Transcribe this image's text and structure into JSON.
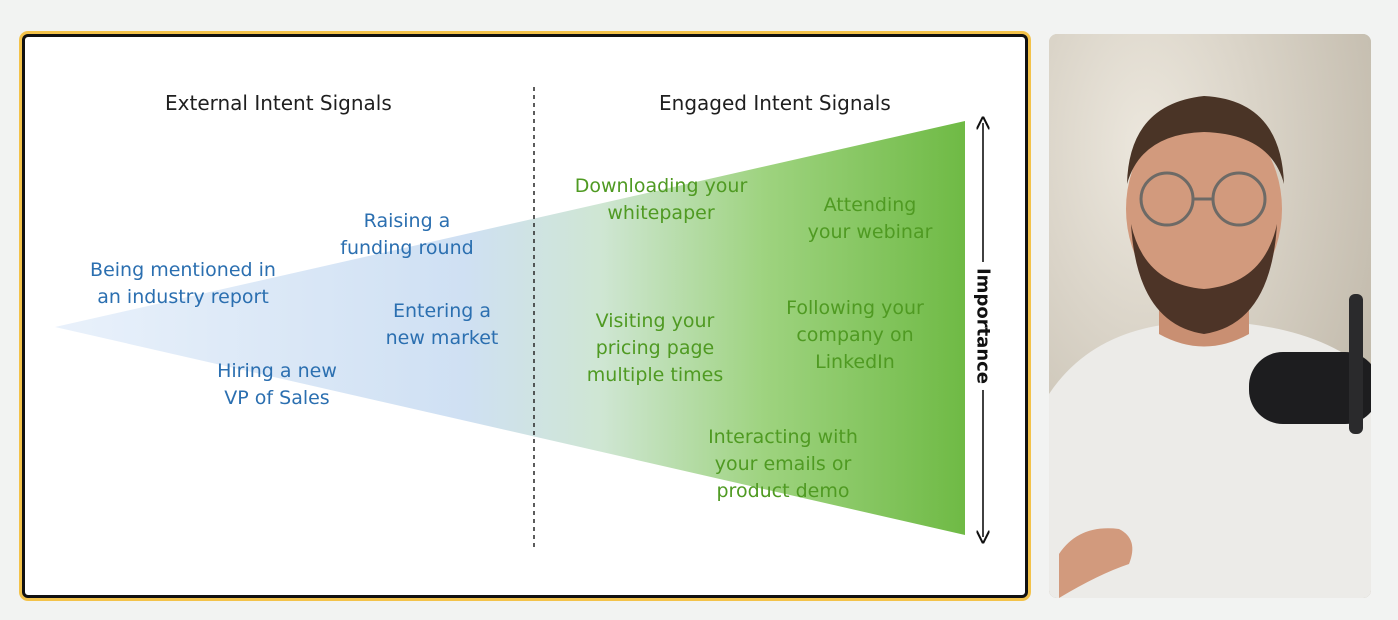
{
  "diagram": {
    "headings": {
      "external": "External Intent Signals",
      "engaged": "Engaged Intent Signals"
    },
    "axis_label": "Importance",
    "external_signals": [
      "Being mentioned in\nan industry report",
      "Raising a\nfunding round",
      "Entering a\nnew market",
      "Hiring a new\nVP of Sales"
    ],
    "engaged_signals": [
      "Downloading your\nwhitepaper",
      "Attending\nyour webinar",
      "Visiting your\npricing page\nmultiple times",
      "Following your\ncompany on\nLinkedIn",
      "Interacting with\nyour emails or\nproduct demo"
    ],
    "colors": {
      "external_text": "#2b6fb0",
      "engaged_text": "#4f9a22",
      "wedge_blue": "#cfe0f3",
      "wedge_green": "#79c04e",
      "frame_accent": "#f3c24a"
    }
  },
  "webcam": {
    "icon": "presenter-video-feed"
  }
}
